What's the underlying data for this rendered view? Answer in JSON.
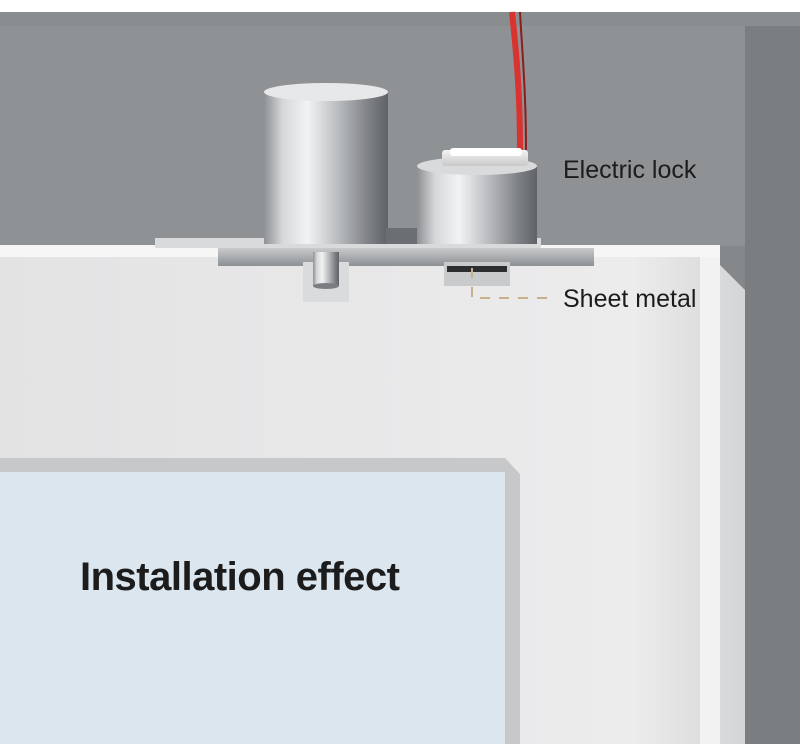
{
  "labels": {
    "electric_lock": "Electric lock",
    "sheet_metal": "Sheet metal",
    "installation_effect": "Installation effect"
  },
  "colors": {
    "wall": "#85888b",
    "door_frame": "#e9e9ea",
    "glass_panel": "#dbe6ef",
    "wire_red": "#d9332f",
    "leader_line": "#c8b08c",
    "text": "#1c1c1c"
  },
  "icons": [
    "electric-lock-cylinder",
    "lock-bolt-cylinder",
    "mounting-plate",
    "red-wire"
  ]
}
